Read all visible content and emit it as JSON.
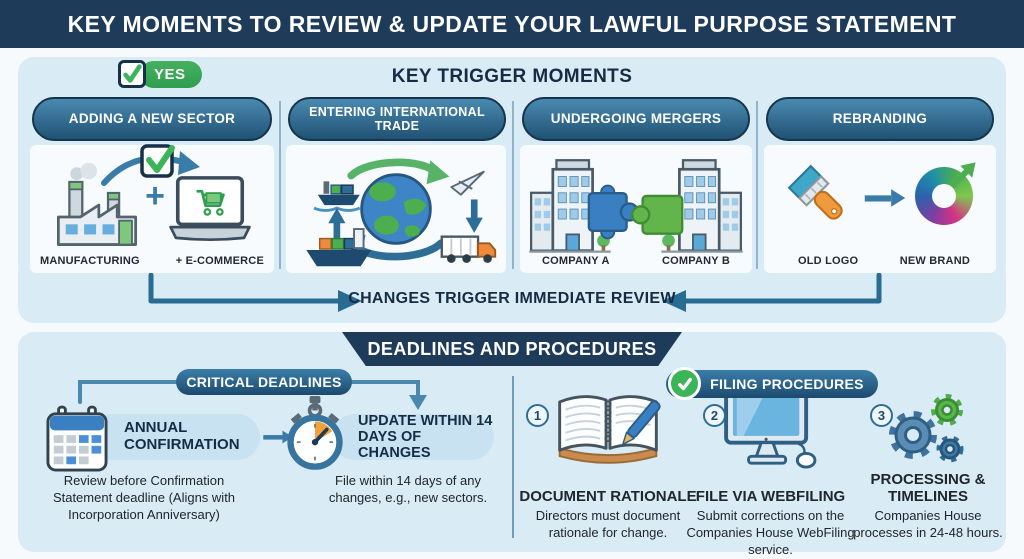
{
  "header": {
    "title": "KEY MOMENTS TO REVIEW & UPDATE YOUR LAWFUL PURPOSE STATEMENT"
  },
  "trigger": {
    "badge_label": "YES",
    "heading": "KEY TRIGGER MOMENTS",
    "banner": "CHANGES TRIGGER IMMEDIATE REVIEW",
    "columns": [
      {
        "title": "ADDING A NEW SECTOR",
        "label_left": "MANUFACTURING",
        "label_right": "+ E-COMMERCE"
      },
      {
        "title": "ENTERING INTERNATIONAL TRADE",
        "label_left": "",
        "label_right": ""
      },
      {
        "title": "UNDERGOING MERGERS",
        "label_left": "COMPANY A",
        "label_right": "COMPANY B"
      },
      {
        "title": "REBRANDING",
        "label_left": "OLD LOGO",
        "label_right": "NEW BRAND"
      }
    ]
  },
  "procedures": {
    "heading": "DEADLINES AND PROCEDURES",
    "deadlines": {
      "title": "CRITICAL DEADLINES",
      "annual": {
        "label": "ANNUAL CONFIRMATION",
        "description": "Review before Confirmation Statement deadline (Aligns with Incorporation Anniversary)"
      },
      "update": {
        "label": "UPDATE WITHIN 14 DAYS OF CHANGES",
        "description": "File within 14 days of any changes, e.g., new sectors."
      }
    },
    "filing": {
      "title": "FILING PROCEDURES",
      "steps": [
        {
          "number": "1",
          "title": "DOCUMENT RATIONALE",
          "description": "Directors must document rationale for change."
        },
        {
          "number": "2",
          "title": "FILE VIA WEBFILING",
          "description": "Submit corrections on the Companies House WebFiling service."
        },
        {
          "number": "3",
          "title": "PROCESSING & TIMELINES",
          "description": "Companies House processes in 24-48 hours."
        }
      ]
    }
  },
  "colors": {
    "navy": "#1e3c59",
    "panel_blue": "#d9ebf5",
    "pill_top": "#4a8ab0",
    "pill_bottom": "#205274",
    "green": "#3cb558",
    "arrow_blue": "#2e6e96",
    "light_pill": "#c9e2f2"
  }
}
